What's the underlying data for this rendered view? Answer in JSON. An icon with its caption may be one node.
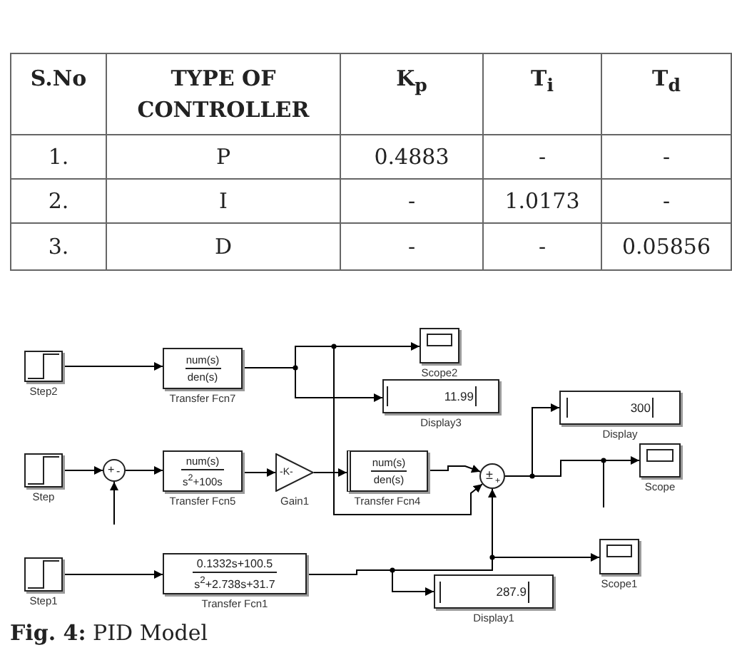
{
  "diagram": {
    "caption": "**Fig. 4:** PID Model",
    "nodes": [
      {
        "text": [
          "Step2"
        ]
      },
      {
        "text": [
          "num(s)",
          "den(s)",
          "Transfer Fcn7"
        ]
      },
      {
        "text": [
          "Scope2"
        ]
      },
      {
        "text": [
          "11.99",
          "Display3"
        ]
      },
      {
        "text": [
          "300",
          "Display"
        ]
      },
      {
        "text": [
          "Step"
        ]
      },
      {
        "text": [
          "+",
          "-"
        ]
      },
      {
        "text": [
          "num(s)",
          "s$^{2}$+100s",
          "Transfer Fcn5"
        ]
      },
      {
        "text": [
          "-K-",
          "Gain1"
        ]
      },
      {
        "text": [
          "num(s)",
          "den(s)",
          "Transfer Fcn4"
        ]
      },
      {
        "text": [
          "±",
          "+"
        ]
      },
      {
        "text": [
          "Scope"
        ]
      },
      {
        "text": [
          "Step1"
        ]
      },
      {
        "text": [
          "0.1332s+100.5",
          "s$^{2}$+2.738s+31.7",
          "Transfer Fcn1"
        ]
      },
      {
        "text": [
          "Scope1"
        ]
      },
      {
        "text": [
          "287.9",
          "Display1"
        ]
      }
    ],
    "edges": [
      {
        "from": 0,
        "to": 1,
        "arrow": "to"
      },
      {
        "from": 1,
        "to": 2,
        "arrow": "to"
      },
      {
        "from": 1,
        "to": 3,
        "arrow": "to"
      },
      {
        "from": 1,
        "to": 10,
        "arrow": "to"
      },
      {
        "from": 5,
        "to": 6,
        "arrow": "to"
      },
      {
        "from": null,
        "to": 6,
        "arrow": "to"
      },
      {
        "from": 6,
        "to": 7,
        "arrow": "to"
      },
      {
        "from": 7,
        "to": 8,
        "arrow": "to"
      },
      {
        "from": 8,
        "to": 9,
        "arrow": "to"
      },
      {
        "from": 9,
        "to": 10,
        "arrow": "to"
      },
      {
        "from": 10,
        "to": 4,
        "arrow": "to"
      },
      {
        "from": 10,
        "to": 11,
        "arrow": "to"
      },
      {
        "from": 10,
        "to": null,
        "arrow": "none"
      },
      {
        "from": 12,
        "to": 13,
        "arrow": "to"
      },
      {
        "from": 13,
        "to": 15,
        "arrow": "to"
      },
      {
        "from": 13,
        "to": 10,
        "arrow": "to"
      },
      {
        "from": 13,
        "to": 14,
        "arrow": "to"
      }
    ],
    "labels": [
      "S.No",
      "TYPE OF CONTROLLER",
      "K$_{p}$",
      "T$_{i}$",
      "T$_{d}$",
      "1.",
      "P",
      "0.4883",
      "-",
      "-",
      "2.",
      "I",
      "-",
      "1.0173",
      "-",
      "3.",
      "D",
      "-",
      "-",
      "0.05856"
    ]
  }
}
